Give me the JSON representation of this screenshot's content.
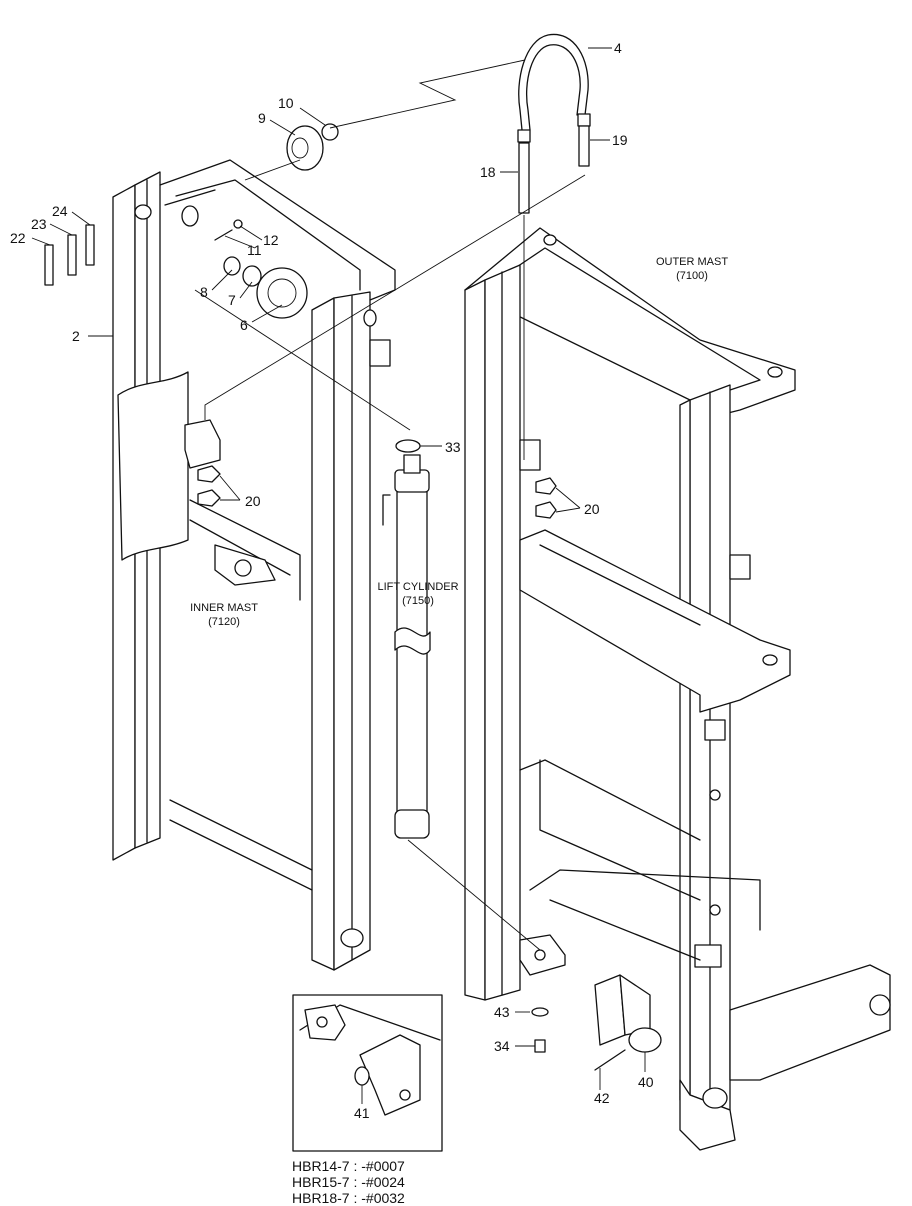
{
  "callouts": [
    {
      "id": "c2",
      "text": "2"
    },
    {
      "id": "c4",
      "text": "4"
    },
    {
      "id": "c6",
      "text": "6"
    },
    {
      "id": "c7",
      "text": "7"
    },
    {
      "id": "c8",
      "text": "8"
    },
    {
      "id": "c9",
      "text": "9"
    },
    {
      "id": "c10",
      "text": "10"
    },
    {
      "id": "c11",
      "text": "11"
    },
    {
      "id": "c12",
      "text": "12"
    },
    {
      "id": "c18",
      "text": "18"
    },
    {
      "id": "c19",
      "text": "19"
    },
    {
      "id": "c20a",
      "text": "20"
    },
    {
      "id": "c20b",
      "text": "20"
    },
    {
      "id": "c22",
      "text": "22"
    },
    {
      "id": "c23",
      "text": "23"
    },
    {
      "id": "c24",
      "text": "24"
    },
    {
      "id": "c33",
      "text": "33"
    },
    {
      "id": "c34",
      "text": "34"
    },
    {
      "id": "c40",
      "text": "40"
    },
    {
      "id": "c41",
      "text": "41"
    },
    {
      "id": "c42",
      "text": "42"
    },
    {
      "id": "c43",
      "text": "43"
    }
  ],
  "assemblies": {
    "outer_mast": {
      "name": "OUTER MAST",
      "code": "(7100)"
    },
    "inner_mast": {
      "name": "INNER MAST",
      "code": "(7120)"
    },
    "lift_cylinder": {
      "name": "LIFT CYLINDER",
      "code": "(7150)"
    }
  },
  "serial_notes": [
    "HBR14-7 : -#0007",
    "HBR15-7 : -#0024",
    "HBR18-7 : -#0032"
  ]
}
